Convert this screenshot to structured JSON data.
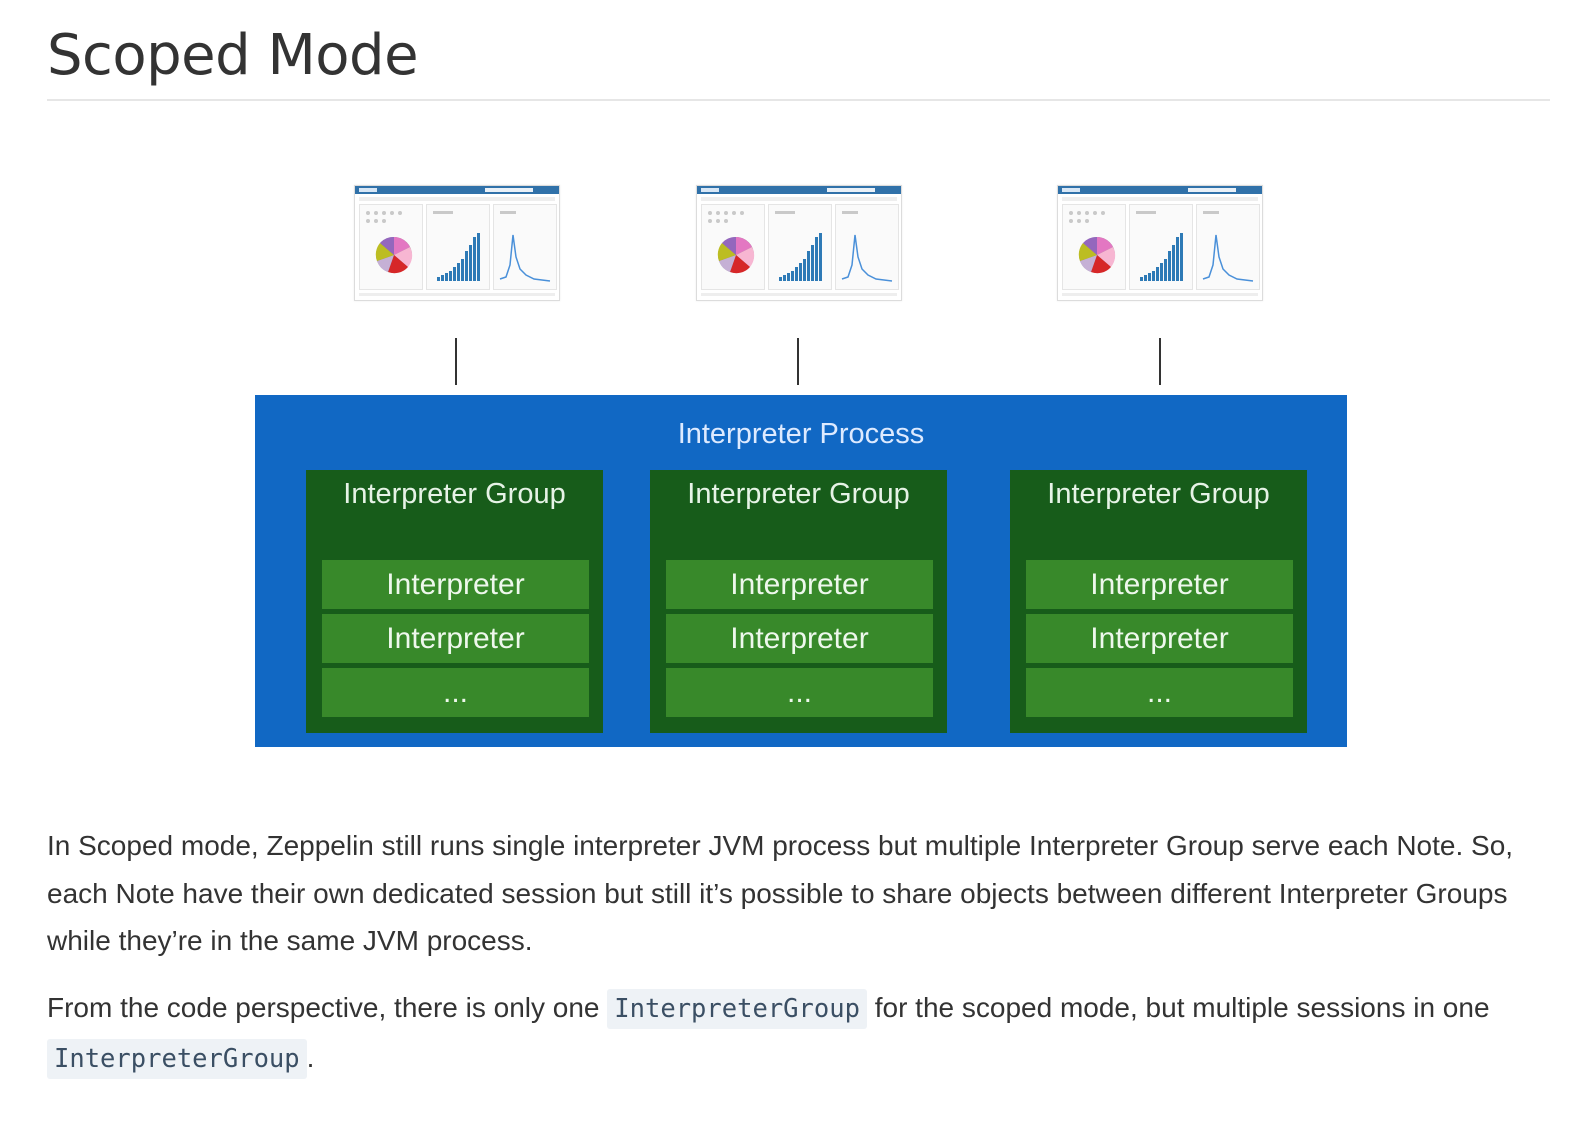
{
  "section": {
    "title": "Scoped Mode"
  },
  "diagram": {
    "notes": [
      {
        "icon": "note-screenshot-icon"
      },
      {
        "icon": "note-screenshot-icon"
      },
      {
        "icon": "note-screenshot-icon"
      }
    ],
    "process_label": "Interpreter Process",
    "groups": [
      {
        "label": "Interpreter Group",
        "interpreters": [
          "Interpreter",
          "Interpreter",
          "..."
        ]
      },
      {
        "label": "Interpreter Group",
        "interpreters": [
          "Interpreter",
          "Interpreter",
          "..."
        ]
      },
      {
        "label": "Interpreter Group",
        "interpreters": [
          "Interpreter",
          "Interpreter",
          "..."
        ]
      }
    ],
    "colors": {
      "process": "#1168c4",
      "group": "#175c1a",
      "interpreter": "#38892a"
    }
  },
  "paragraphs": {
    "p1": "In Scoped mode, Zeppelin still runs single interpreter JVM process but multiple Interpreter Group serve each Note. So, each Note have their own dedicated session but still it’s possible to share objects between different Interpreter Groups while they’re in the same JVM process.",
    "p2_before": "From the code perspective, there is only one ",
    "p2_code1": "InterpreterGroup",
    "p2_middle": " for the scoped mode, but multiple sessions in one ",
    "p2_code2": "InterpreterGroup",
    "p2_after": "."
  }
}
